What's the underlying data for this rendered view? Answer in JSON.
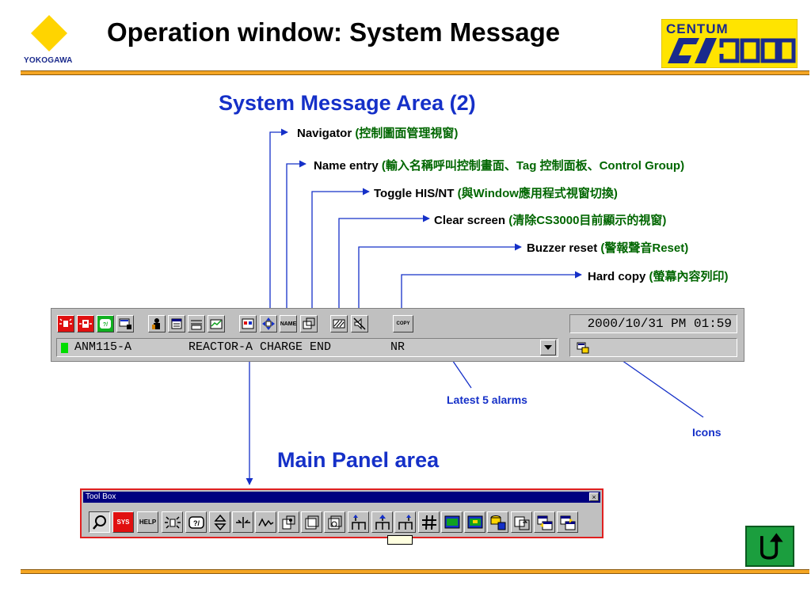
{
  "header": {
    "logo_text": "YOKOGAWA",
    "title": "Operation window: System Message",
    "product_logo": {
      "top_text": "CENTUM",
      "bottom_text": "CS3000"
    }
  },
  "section_title": "System Message Area (2)",
  "callouts": [
    {
      "id": "navigator",
      "label": "Navigator",
      "zh": "(控制圖面管理視窗)"
    },
    {
      "id": "name-entry",
      "label": "Name entry",
      "zh": "(輸入名稱呼叫控制畫面、Tag 控制面板、Control Group)"
    },
    {
      "id": "toggle-his",
      "label": "Toggle HIS/NT",
      "zh": "(與Window應用程式視窗切換)"
    },
    {
      "id": "clear-screen",
      "label": "Clear screen",
      "zh": "(清除CS3000目前顯示的視窗)"
    },
    {
      "id": "buzzer-reset",
      "label": "Buzzer reset",
      "zh": "(警報聲音Reset)"
    },
    {
      "id": "hard-copy",
      "label": "Hard copy",
      "zh": "(螢幕內容列印)"
    }
  ],
  "message_bar": {
    "datetime": "2000/10/31 PM 01:59",
    "name_button": "NAME",
    "copy_button": "COPY",
    "latest_alarm": {
      "tag": "ANM115-A",
      "comment": "REACTOR-A CHARGE END",
      "status": "NR"
    },
    "buttons": [
      "process-alarm-icon",
      "system-alarm-icon",
      "operator-guide-icon",
      "message-monitor-icon",
      "user-in-icon",
      "window-icon",
      "tuning-icon",
      "trend-icon",
      "graphic-icon",
      "navigator-icon",
      "name-entry-button",
      "toggle-his-icon",
      "clear-screen-icon",
      "buzzer-reset-icon",
      "hard-copy-button"
    ]
  },
  "annotations": {
    "latest_alarms": "Latest 5 alarms",
    "icons": "Icons"
  },
  "main_panel_title": "Main Panel area",
  "toolbox": {
    "title": "Tool Box",
    "close": "×",
    "sys_label": "SYS",
    "help_label": "HELP"
  },
  "colors": {
    "title_blue": "#1530c8",
    "callout_green": "#006600",
    "rule_orange": "#f5a623",
    "toolbox_border": "#e02020",
    "return_green": "#1b9e3e"
  }
}
